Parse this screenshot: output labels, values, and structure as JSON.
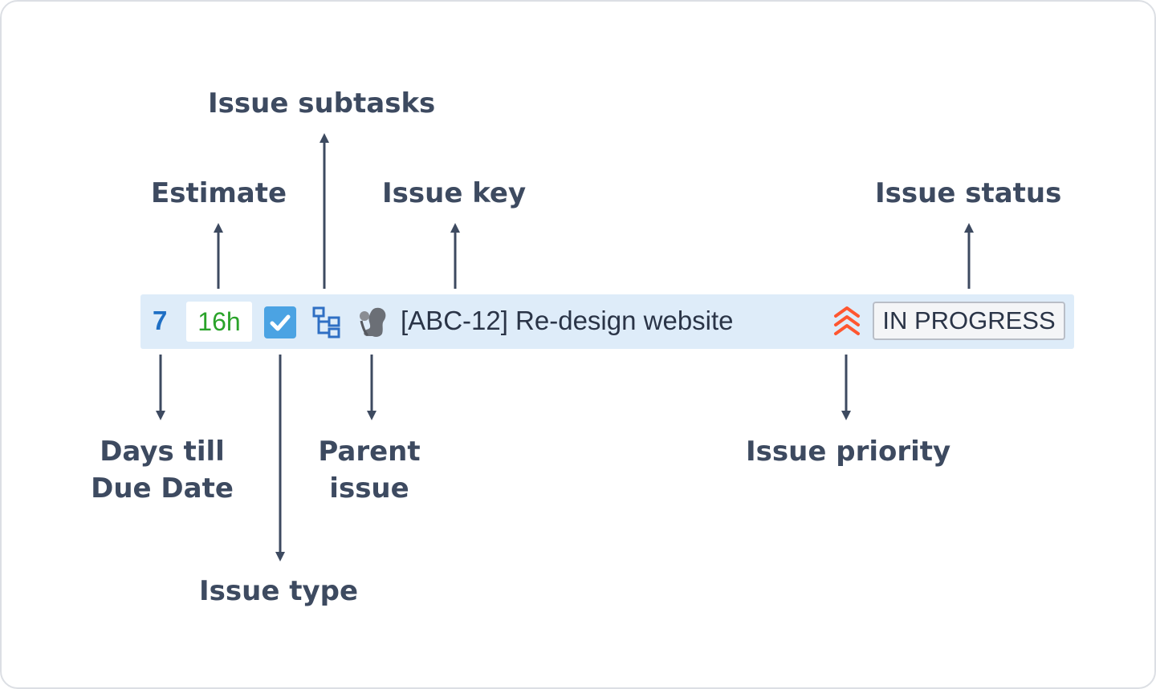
{
  "labels": {
    "subtasks": "Issue subtasks",
    "estimate": "Estimate",
    "issue_key": "Issue key",
    "status": "Issue status",
    "days_line1": "Days till",
    "days_line2": "Due Date",
    "parent_line1": "Parent",
    "parent_line2": "issue",
    "priority": "Issue priority",
    "type": "Issue type"
  },
  "issue_row": {
    "days": "7",
    "estimate": "16h",
    "title": "[ABC-12] Re-design website",
    "status": "IN PROGRESS"
  },
  "icons": {
    "type": "checkbox-icon",
    "subtasks": "subtask-tree-icon",
    "parent": "squirrel-avatar-icon",
    "priority": "highest-priority-chevrons-icon"
  },
  "colors": {
    "label_text": "#3d4a60",
    "arrow": "#3d4a60",
    "bar_background": "#deecf9",
    "days_text": "#1f6fc4",
    "estimate_text": "#2aa32a",
    "type_icon": "#4ba3e3",
    "subtask_icon": "#2f6fc4",
    "priority_icon": "#ff5630"
  }
}
